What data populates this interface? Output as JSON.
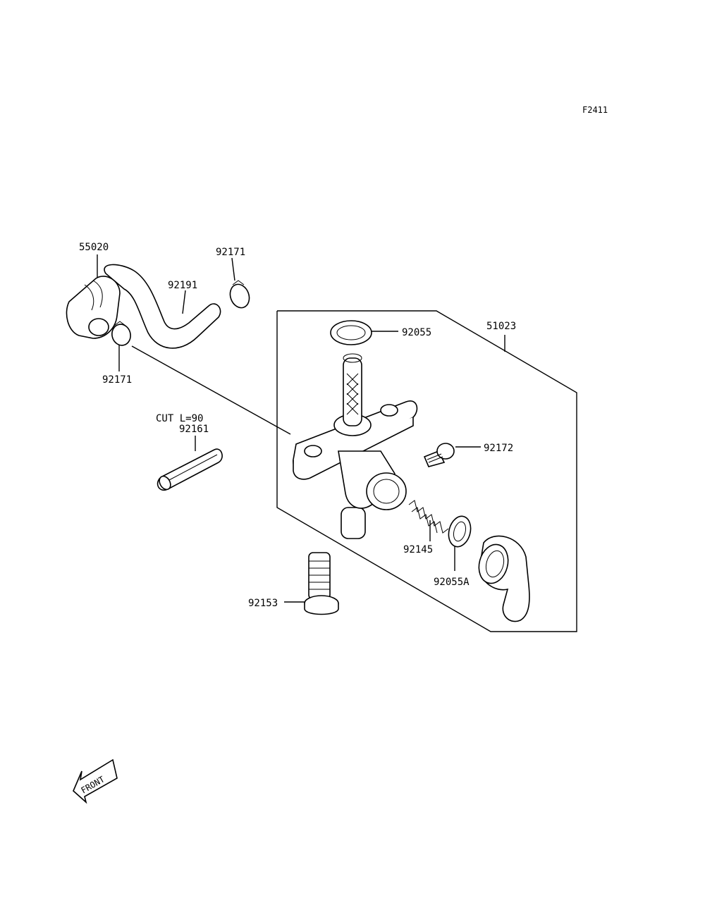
{
  "diagram": {
    "code": "F2411",
    "front_label": "FRONT",
    "callouts": {
      "hose": "55020",
      "clip_top": "92171",
      "hose_tube": "92191",
      "clip_bottom": "92171",
      "cut_note": "CUT L=90",
      "pipe": "92161",
      "cock_assy": "51023",
      "oring": "92055",
      "bolt_small": "92172",
      "spring": "92145",
      "oring_a": "92055A",
      "bolt_large": "92153"
    }
  }
}
